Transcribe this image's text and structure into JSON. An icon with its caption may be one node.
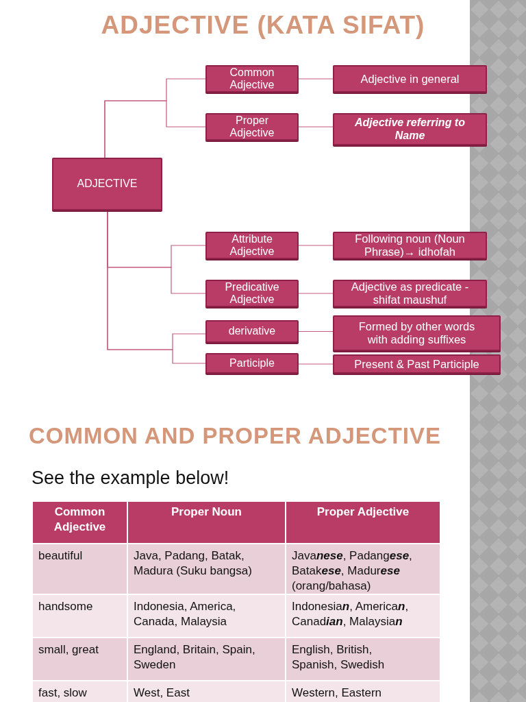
{
  "diagram": {
    "title": "ADJECTIVE (KATA SIFAT)",
    "nodes": [
      {
        "text": [
          "ADJECTIVE"
        ]
      },
      {
        "text": [
          "Common Adjective"
        ]
      },
      {
        "text": [
          "Proper Adjective"
        ]
      },
      {
        "text": [
          "Attribute Adjective"
        ]
      },
      {
        "text": [
          "Predicative Adjective"
        ]
      },
      {
        "text": [
          "derivative"
        ]
      },
      {
        "text": [
          "Participle"
        ]
      },
      {
        "text": [
          "Adjective in general"
        ]
      },
      {
        "text": [
          "Adjective referring to Name"
        ]
      },
      {
        "text": [
          "Following noun (Noun Phrase)→ idhofah"
        ]
      },
      {
        "text": [
          "Adjective as predicate - shifat maushuf"
        ]
      },
      {
        "text": [
          "Formed by other words with adding suffixes"
        ]
      },
      {
        "text": [
          "Present & Past Participle"
        ]
      }
    ],
    "edges": [
      {
        "from": 0,
        "to": 1,
        "arrow": "none"
      },
      {
        "from": 0,
        "to": 2,
        "arrow": "none"
      },
      {
        "from": 0,
        "to": 3,
        "arrow": "none"
      },
      {
        "from": 0,
        "to": 4,
        "arrow": "none"
      },
      {
        "from": 0,
        "to": 5,
        "arrow": "none"
      },
      {
        "from": 0,
        "to": 6,
        "arrow": "none"
      },
      {
        "from": 1,
        "to": 7,
        "arrow": "none"
      },
      {
        "from": 2,
        "to": 8,
        "arrow": "none"
      },
      {
        "from": 3,
        "to": 9,
        "arrow": "none"
      },
      {
        "from": 4,
        "to": 10,
        "arrow": "none"
      },
      {
        "from": 5,
        "to": 11,
        "arrow": "none"
      },
      {
        "from": 6,
        "to": 12,
        "arrow": "none"
      }
    ],
    "labels": [
      "COMMON AND PROPER ADJECTIVE",
      "See the example below!",
      "Common Adjective",
      "Proper Noun",
      "Proper Adjective",
      "beautiful",
      "Java, Padang, Batak, Madura (Suku bangsa)",
      "Java**nese**, Padang**ese**, Batak**ese**, Madur**ese** (orang/bahasa)",
      "handsome",
      "Indonesia, America, Canada, Malaysia",
      "Indonesia**n**, America**n**, Canad**ian**, Malaysia**n**",
      "small, great",
      "England, Britain, Spain, Sweden",
      "English, British, Spanish, Swedish",
      "fast, slow",
      "West, East",
      "Western, Eastern"
    ]
  }
}
